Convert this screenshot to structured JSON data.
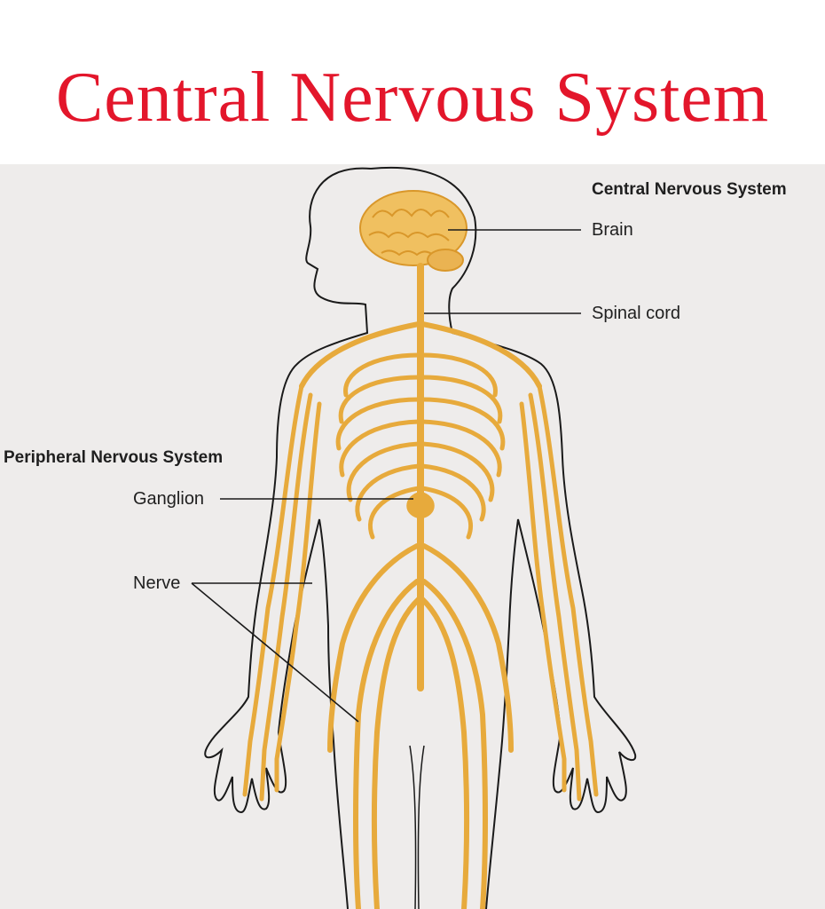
{
  "title": "Central Nervous System",
  "diagram": {
    "cns": {
      "heading": "Central Nervous System",
      "labels": {
        "brain": "Brain",
        "spinal_cord": "Spinal cord"
      }
    },
    "pns": {
      "heading": "Peripheral Nervous System",
      "labels": {
        "ganglion": "Ganglion",
        "nerve": "Nerve"
      }
    },
    "colors": {
      "title": "#e3162b",
      "nerve": "#e7aa3c",
      "brain": "#f0c060",
      "background": "#eeeceb",
      "outline": "#1a1a1a"
    }
  }
}
